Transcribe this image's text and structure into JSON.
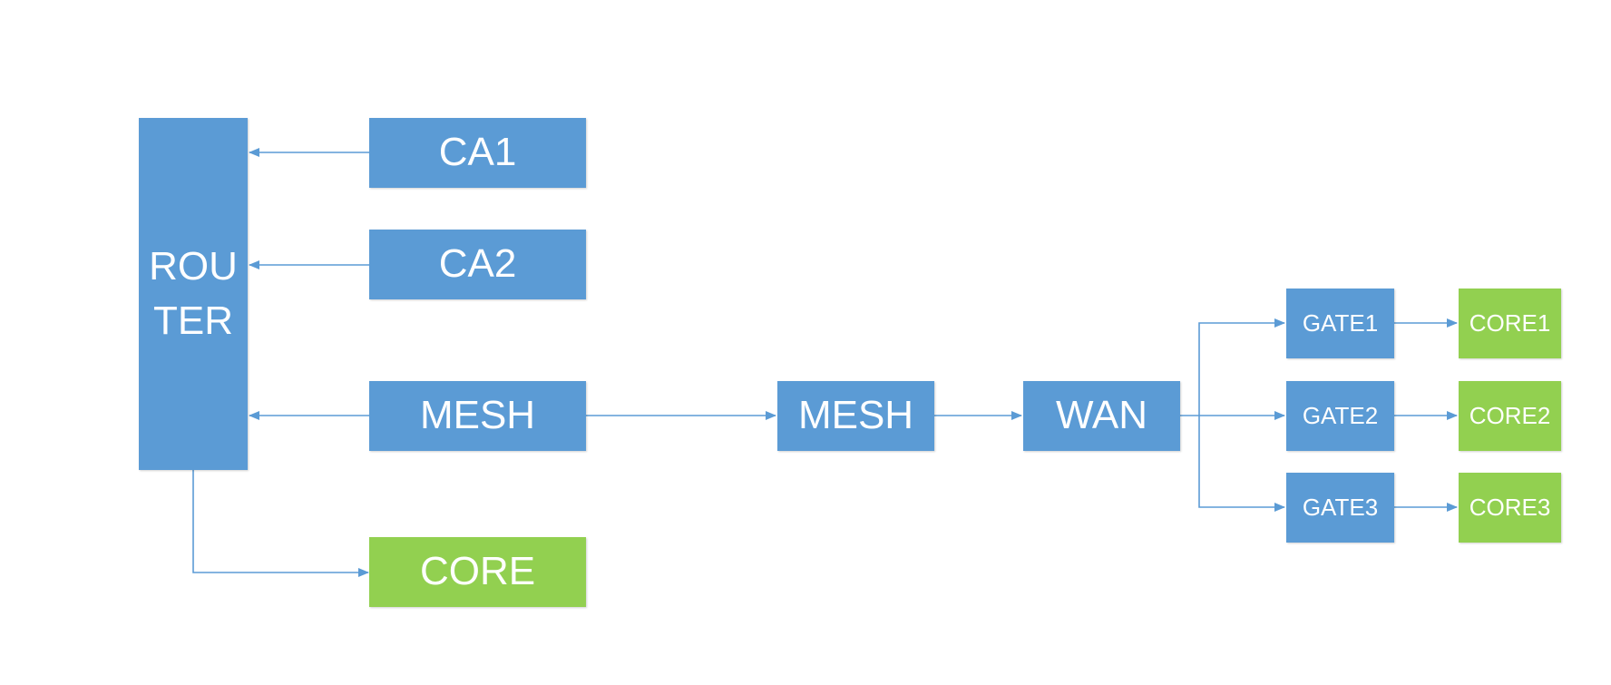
{
  "colors": {
    "node_blue": "#5b9bd5",
    "node_green": "#92d050",
    "connector": "#5b9bd5",
    "label": "#ffffff"
  },
  "nodes": {
    "router": "ROU\nTER",
    "ca1": "CA1",
    "ca2": "CA2",
    "mesh_left": "MESH",
    "core_left": "CORE",
    "mesh_mid": "MESH",
    "wan": "WAN",
    "gate1": "GATE1",
    "gate2": "GATE2",
    "gate3": "GATE3",
    "core1": "CORE1",
    "core2": "CORE2",
    "core3": "CORE3"
  },
  "edges": [
    {
      "from": "ca1",
      "to": "router"
    },
    {
      "from": "ca2",
      "to": "router"
    },
    {
      "from": "mesh_left",
      "to": "router"
    },
    {
      "from": "router",
      "to": "core_left"
    },
    {
      "from": "mesh_left",
      "to": "mesh_mid"
    },
    {
      "from": "mesh_mid",
      "to": "wan"
    },
    {
      "from": "wan",
      "to": "gate1"
    },
    {
      "from": "wan",
      "to": "gate2"
    },
    {
      "from": "wan",
      "to": "gate3"
    },
    {
      "from": "gate1",
      "to": "core1"
    },
    {
      "from": "gate2",
      "to": "core2"
    },
    {
      "from": "gate3",
      "to": "core3"
    }
  ]
}
